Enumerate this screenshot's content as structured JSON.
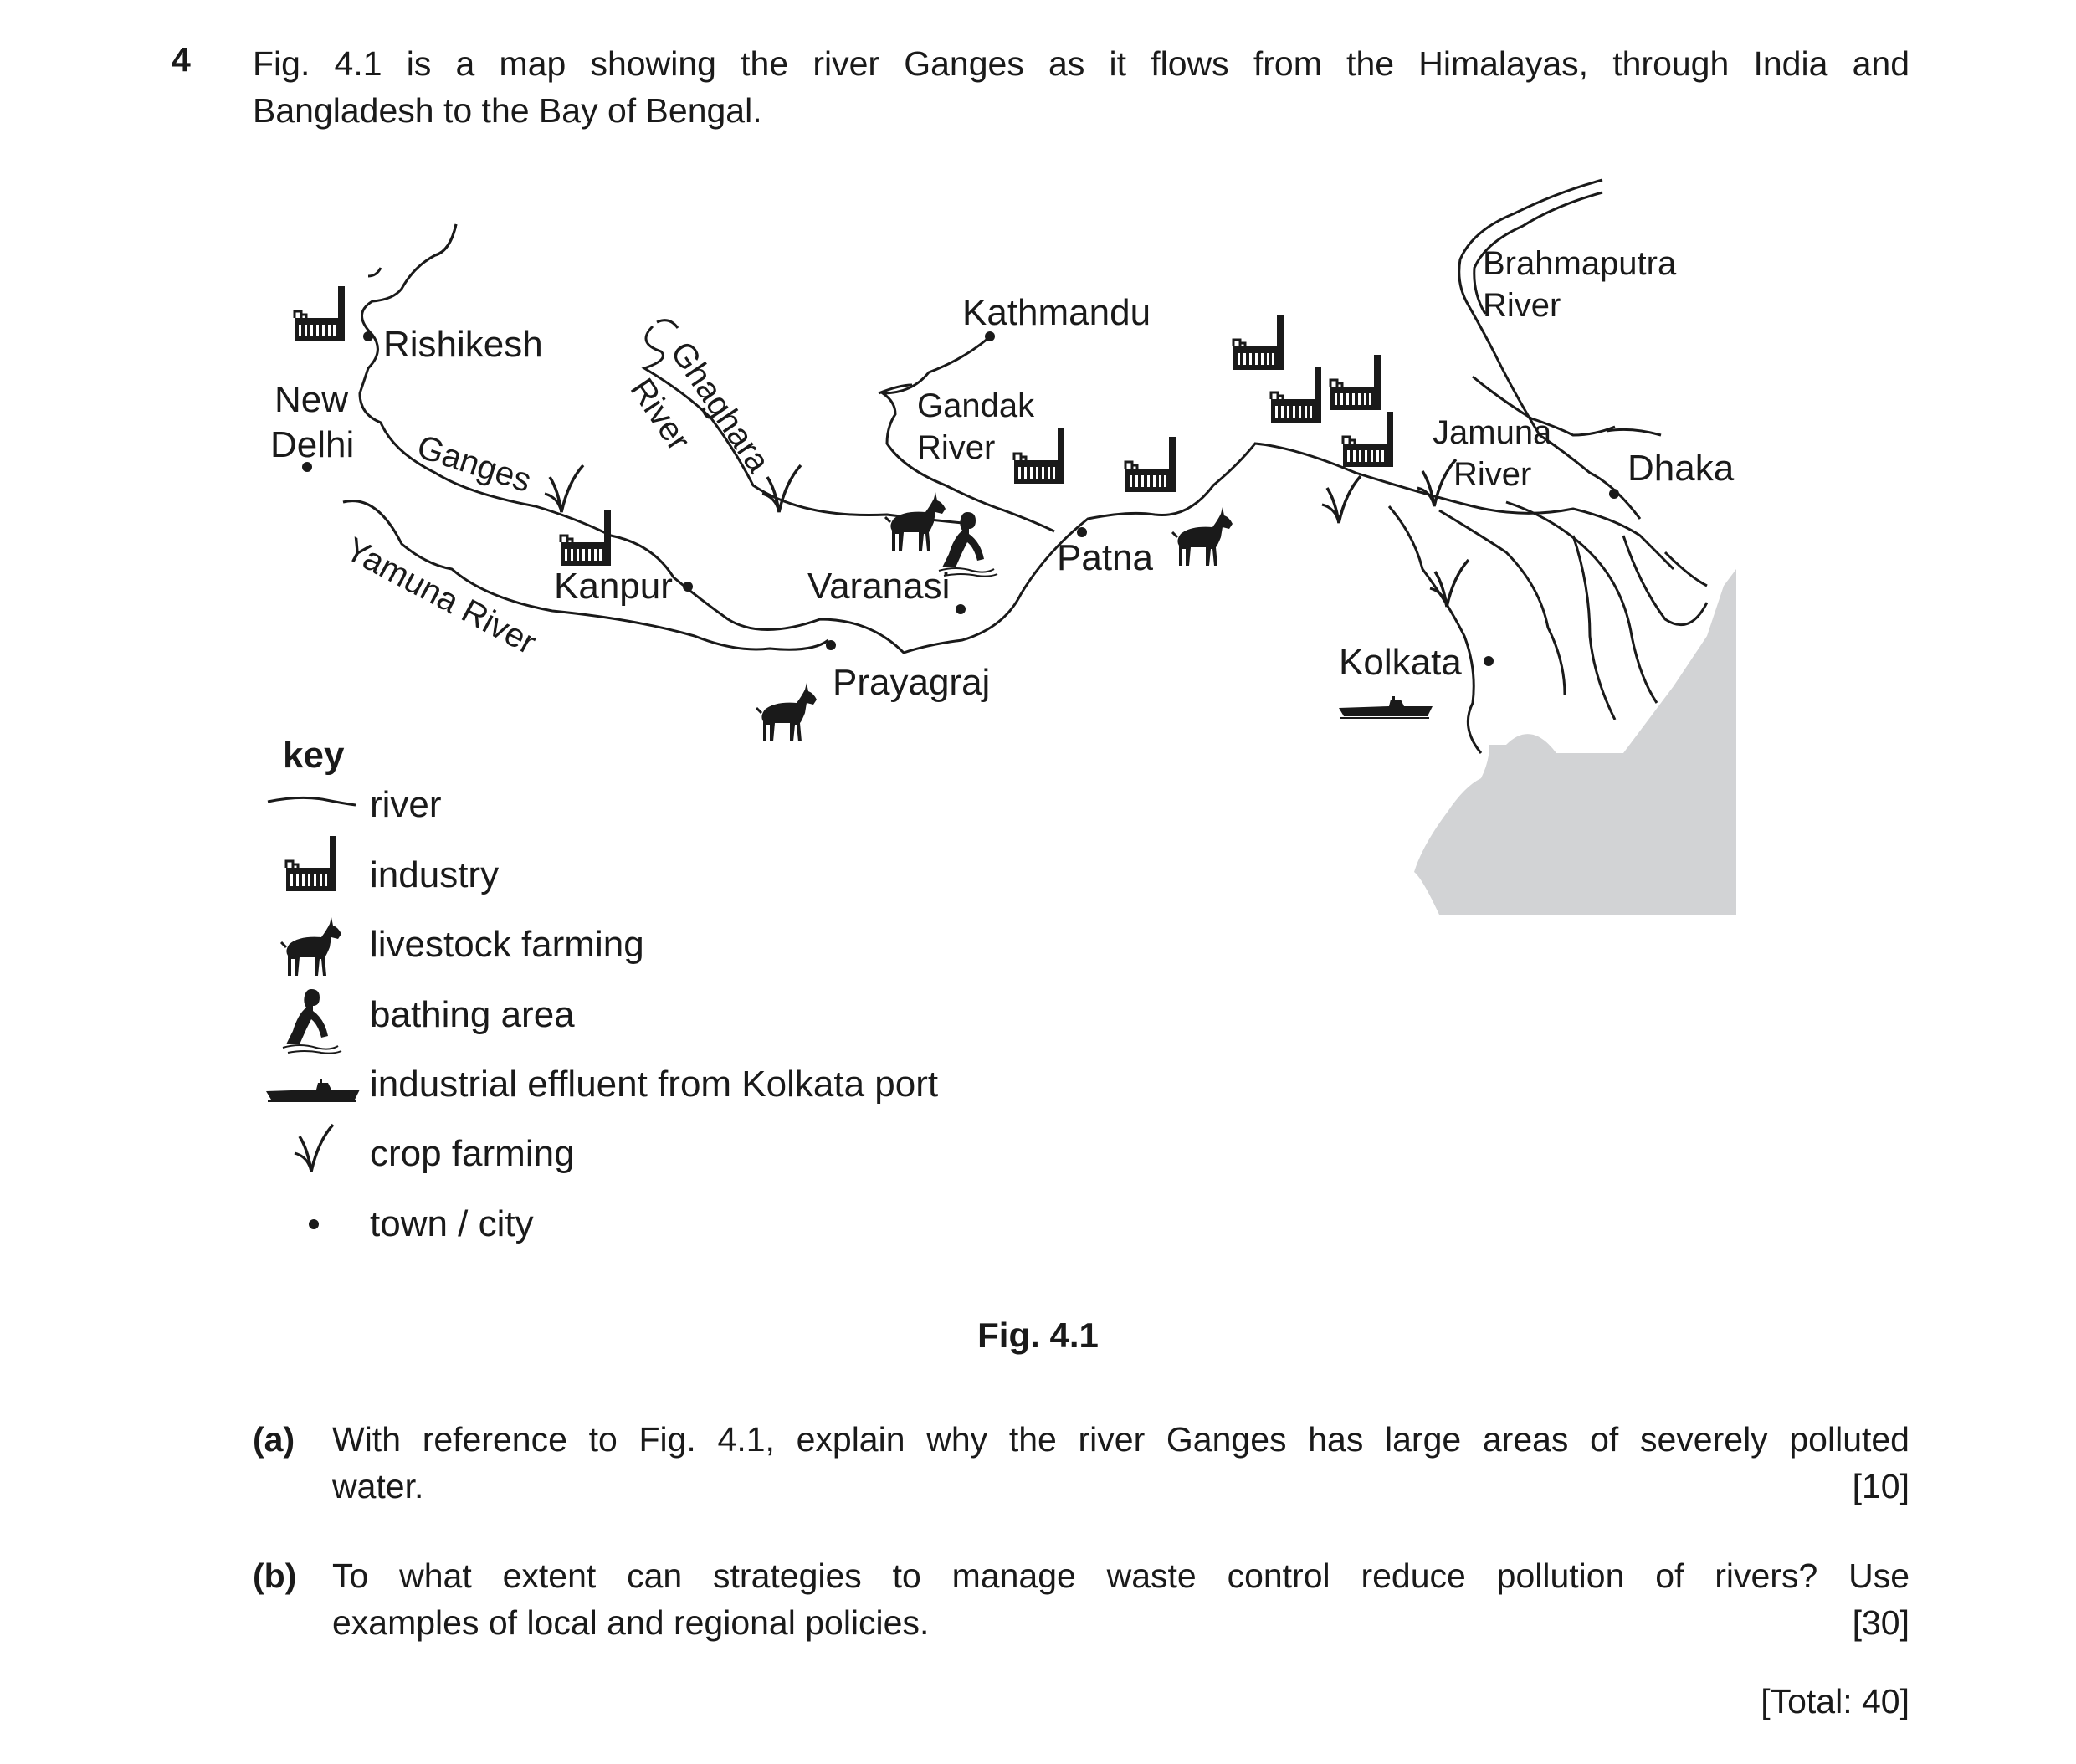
{
  "question": {
    "number": "4",
    "intro_line1": "Fig. 4.1 is a map showing the river Ganges as it flows from the Himalayas, through India and",
    "intro_line2": "Bangladesh to the Bay of Bengal."
  },
  "map": {
    "labels": {
      "rishikesh": "Rishikesh",
      "new": "New",
      "delhi": "Delhi",
      "ganges": "Ganges",
      "yamuna": "Yamuna River",
      "kanpur": "Kanpur",
      "ghaghara": "Ghaghara",
      "ghaghara_river": "River",
      "varanasi": "Varanasi",
      "prayagraj": "Prayagraj",
      "kathmandu": "Kathmandu",
      "gandak": "Gandak",
      "gandak_river": "River",
      "patna": "Patna",
      "brahmaputra": "Brahmaputra",
      "brahmaputra_river": "River",
      "jamuna": "Jamuna",
      "jamuna_river": "River",
      "dhaka": "Dhaka",
      "kolkata": "Kolkata"
    },
    "sea_color": "#d2d3d5",
    "ink_color": "#1a1a1a"
  },
  "key": {
    "title": "key",
    "items": [
      {
        "icon": "river-line-icon",
        "label": "river"
      },
      {
        "icon": "factory-icon",
        "label": "industry"
      },
      {
        "icon": "goat-icon",
        "label": "livestock farming"
      },
      {
        "icon": "bather-icon",
        "label": "bathing area"
      },
      {
        "icon": "ship-icon",
        "label": "industrial effluent from Kolkata port"
      },
      {
        "icon": "crop-icon",
        "label": "crop farming"
      },
      {
        "icon": "dot-icon",
        "label": "town / city"
      }
    ]
  },
  "figure": {
    "caption": "Fig. 4.1"
  },
  "parts": [
    {
      "label": "(a)",
      "line1": "With reference to Fig. 4.1, explain why the river Ganges has large areas of severely polluted",
      "line2": "water.",
      "marks": "[10]"
    },
    {
      "label": "(b)",
      "line1": "To what extent can strategies to manage waste control reduce pollution of rivers? Use",
      "line2": "examples of local and regional policies.",
      "marks": "[30]"
    }
  ],
  "total": "[Total: 40]"
}
